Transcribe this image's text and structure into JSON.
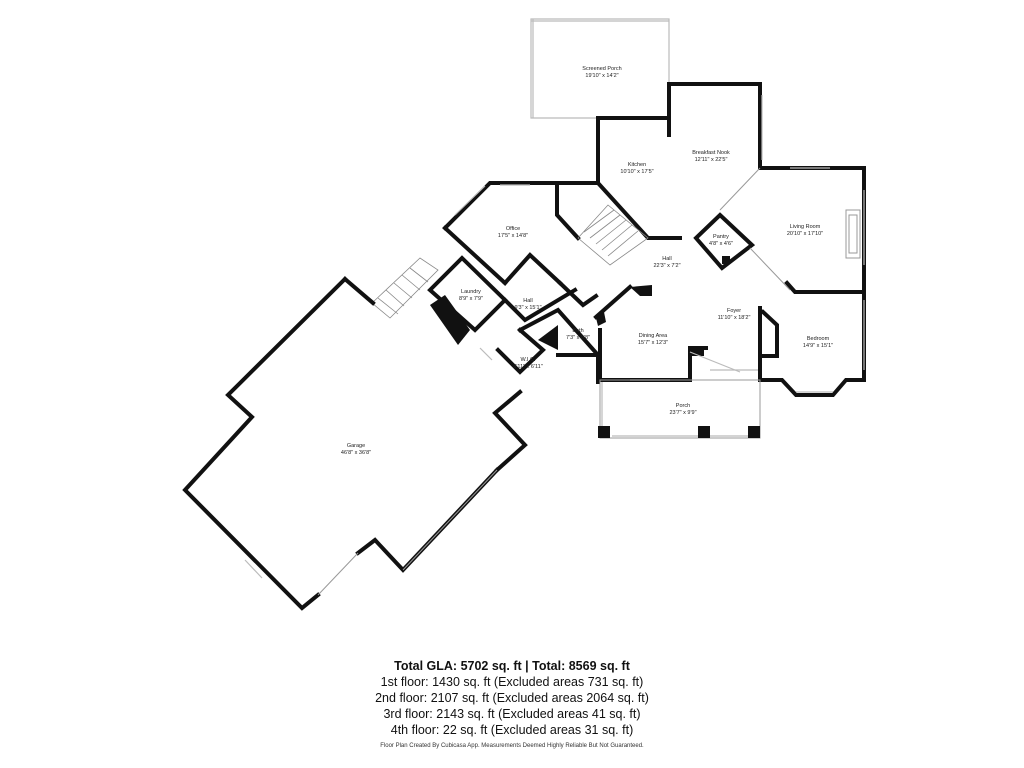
{
  "rooms": [
    {
      "name": "Screened Porch",
      "dims": "19'10\" x 14'2\""
    },
    {
      "name": "Breakfast Nook",
      "dims": "12'11\" x 22'5\""
    },
    {
      "name": "Kitchen",
      "dims": "10'10\" x 17'5\""
    },
    {
      "name": "Office",
      "dims": "17'5\" x 14'8\""
    },
    {
      "name": "Living Room",
      "dims": "20'10\" x 17'10\""
    },
    {
      "name": "Pantry",
      "dims": "4'8\" x 4'6\""
    },
    {
      "name": "Hall",
      "dims": "22'3\" x 7'2\""
    },
    {
      "name": "Laundry",
      "dims": "8'9\" x 7'9\""
    },
    {
      "name": "Hall",
      "dims": "9'3\" x 15'1\""
    },
    {
      "name": "Foyer",
      "dims": "11'10\" x 18'2\""
    },
    {
      "name": "Bath",
      "dims": "7'3\" x 8'8\""
    },
    {
      "name": "Dining Area",
      "dims": "15'7\" x 12'3\""
    },
    {
      "name": "Bedroom",
      "dims": "14'9\" x 15'1\""
    },
    {
      "name": "W.I.C.",
      "dims": "6'11\" x 6'11\""
    },
    {
      "name": "Porch",
      "dims": "23'7\" x 9'9\""
    },
    {
      "name": "Garage",
      "dims": "46'8\" x 36'8\""
    }
  ],
  "summary": {
    "total": "Total GLA: 5702 sq. ft | Total: 8569 sq. ft",
    "floor1": "1st floor: 1430 sq. ft (Excluded areas 731 sq. ft)",
    "floor2": "2nd floor: 2107 sq. ft (Excluded areas 2064 sq. ft)",
    "floor3": "3rd floor: 2143 sq. ft (Excluded areas 41 sq. ft)",
    "floor4": "4th floor: 22 sq. ft (Excluded areas 31 sq. ft)"
  },
  "footer": "Floor Plan Created By Cubicasa App. Measurements Deemed Highly Reliable But Not Guaranteed."
}
